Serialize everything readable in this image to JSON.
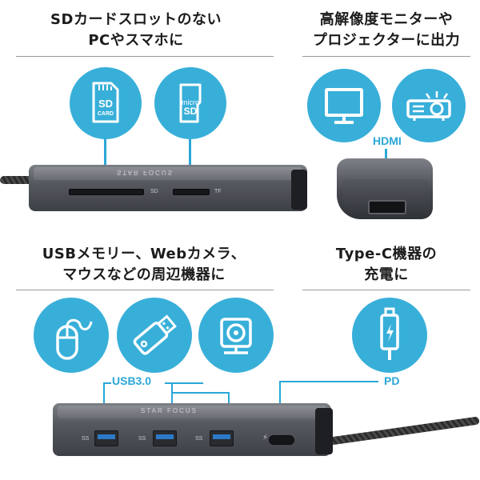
{
  "sections": {
    "card": {
      "line1": "SDカードスロットのない",
      "line2": "PCやスマホに"
    },
    "display": {
      "line1": "高解像度モニターや",
      "line2": "プロジェクターに出力"
    },
    "usb": {
      "line1": "USBメモリー、Webカメラ、",
      "line2": "マウスなどの周辺機器に"
    },
    "typec": {
      "line1": "Type-C機器の",
      "line2": "充電に"
    }
  },
  "icons": {
    "sd_card": {
      "text1": "SD",
      "text2": "CARD"
    },
    "micro_sd": {
      "text1": "micro",
      "text2": "SD"
    }
  },
  "ports": {
    "sd_mark": "SD",
    "tf_mark": "TF",
    "hdmi": "HDMI",
    "usb3": "USB3.0",
    "pd": "PD",
    "usb_mark": "SS"
  },
  "brand": "STAR FOCUS",
  "colors": {
    "accent": "#38afd9",
    "line": "#2aa7d8"
  }
}
